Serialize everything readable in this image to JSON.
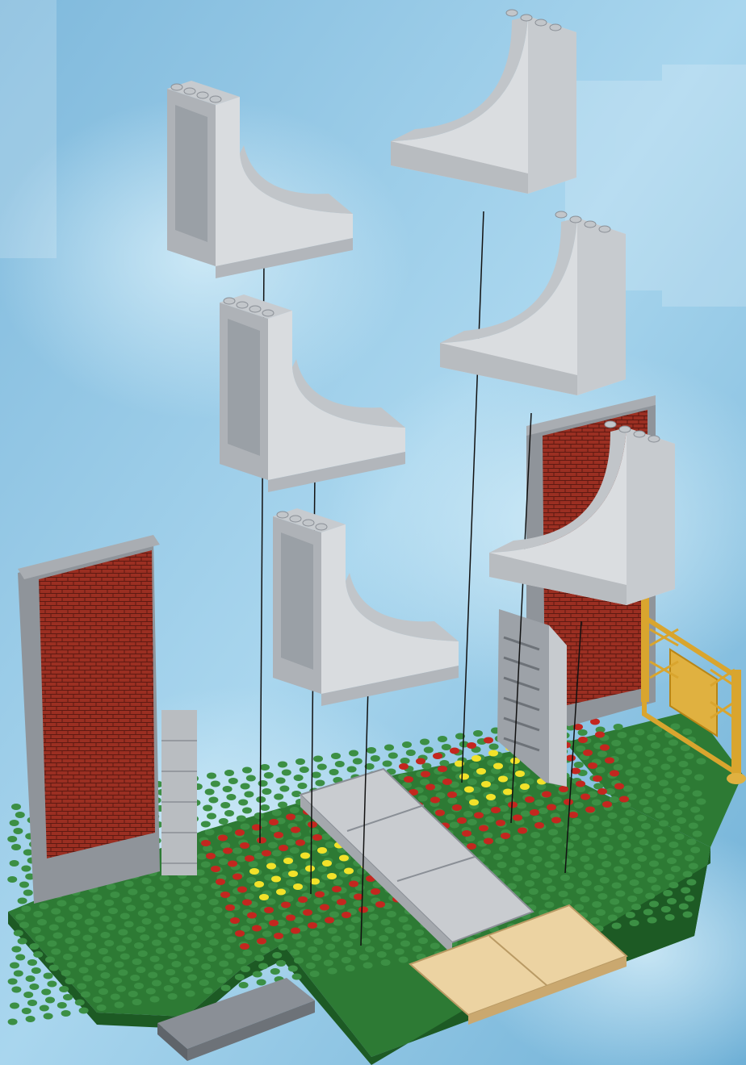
{
  "title": "",
  "colors": {
    "background": "#8fc4e2",
    "baseplate": "#2d7a34",
    "stud_red": "#c3271f",
    "stud_yellow": "#f2e22a",
    "brick_red": "#9b2f22",
    "light_gray": "#d7dadd",
    "dark_gray": "#8a8f96",
    "tan": "#ecd3a2",
    "gold": "#d9a52e"
  },
  "parts": [
    {
      "name": "quarter-arch-brick-1",
      "color": "light-gray"
    },
    {
      "name": "quarter-arch-brick-2",
      "color": "light-gray"
    },
    {
      "name": "quarter-arch-brick-3",
      "color": "light-gray"
    },
    {
      "name": "quarter-arch-brick-4",
      "color": "light-gray"
    },
    {
      "name": "quarter-arch-brick-5",
      "color": "light-gray"
    },
    {
      "name": "quarter-arch-brick-6",
      "color": "light-gray"
    },
    {
      "name": "brick-wall-panel-left",
      "color": "dark-red"
    },
    {
      "name": "brick-wall-panel-right",
      "color": "dark-red"
    },
    {
      "name": "gold-fence",
      "color": "gold"
    },
    {
      "name": "gray-plate-loose",
      "color": "dark-gray"
    },
    {
      "name": "tan-tiles",
      "color": "tan"
    },
    {
      "name": "gray-tiles",
      "color": "light-gray"
    },
    {
      "name": "green-baseplate",
      "color": "green"
    }
  ]
}
